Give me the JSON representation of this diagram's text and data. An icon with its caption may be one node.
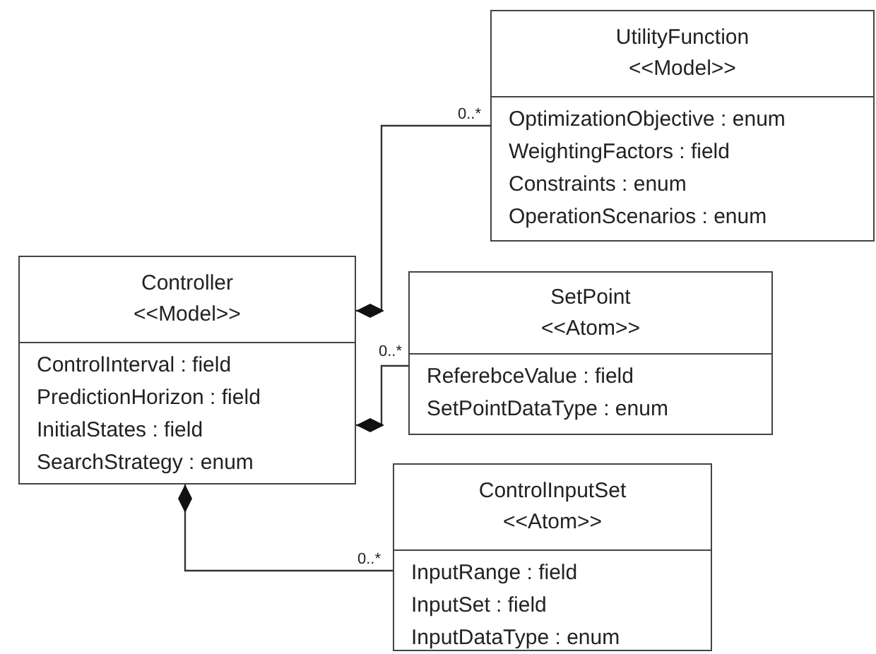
{
  "diagram": {
    "nodes": [
      {
        "text": [
          "Controller",
          "<<Model>>",
          "ControlInterval : field",
          "PredictionHorizon : field",
          "InitialStates : field",
          "SearchStrategy : enum"
        ]
      },
      {
        "text": [
          "UtilityFunction",
          "<<Model>>",
          "OptimizationObjective : enum",
          "WeightingFactors : field",
          "Constraints : enum",
          "OperationScenarios : enum"
        ]
      },
      {
        "text": [
          "SetPoint",
          "<<Atom>>",
          "ReferebceValue : field",
          "SetPointDataType : enum"
        ]
      },
      {
        "text": [
          "ControlInputSet",
          "<<Atom>>",
          "InputRange : field",
          "InputSet : field",
          "InputDataType : enum"
        ]
      }
    ],
    "edges": [
      {
        "from": 0,
        "to": 1,
        "arrow": "other",
        "label": "0..*"
      },
      {
        "from": 0,
        "to": 2,
        "arrow": "other",
        "label": "0..*"
      },
      {
        "from": 0,
        "to": 3,
        "arrow": "other",
        "label": "0..*"
      }
    ]
  }
}
